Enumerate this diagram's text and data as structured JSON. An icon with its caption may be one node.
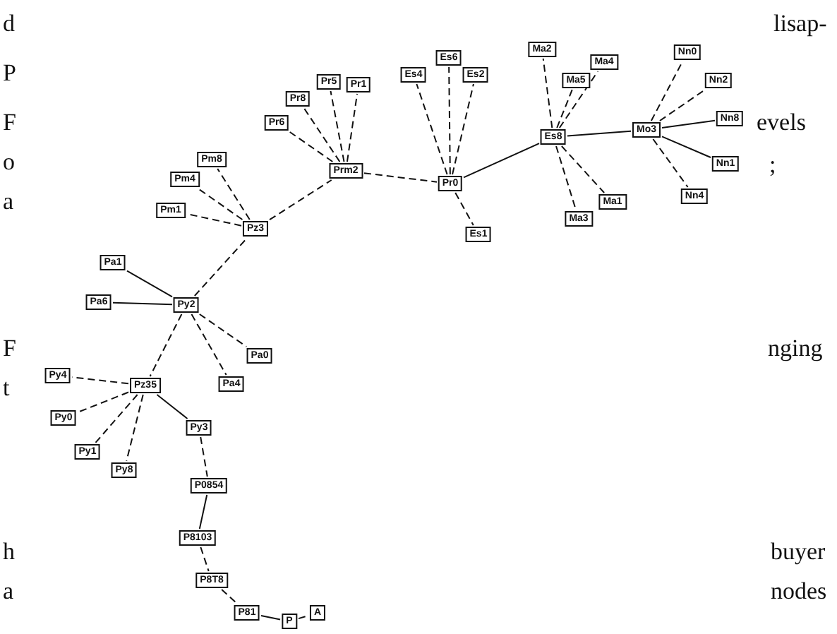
{
  "diagram": {
    "nodes": [
      {
        "text": [
          "Pr8"
        ]
      },
      {
        "text": [
          "Pr6"
        ]
      },
      {
        "text": [
          "Pr5"
        ]
      },
      {
        "text": [
          "Pr1"
        ]
      },
      {
        "text": [
          "Prm2"
        ]
      },
      {
        "text": [
          "Pm8"
        ]
      },
      {
        "text": [
          "Pm4"
        ]
      },
      {
        "text": [
          "Pm1"
        ]
      },
      {
        "text": [
          "Pz3"
        ]
      },
      {
        "text": [
          "Pr0"
        ]
      },
      {
        "text": [
          "Es4"
        ]
      },
      {
        "text": [
          "Es6"
        ]
      },
      {
        "text": [
          "Es2"
        ]
      },
      {
        "text": [
          "Es1"
        ]
      },
      {
        "text": [
          "Es8"
        ]
      },
      {
        "text": [
          "Ma2"
        ]
      },
      {
        "text": [
          "Ma4"
        ]
      },
      {
        "text": [
          "Ma5"
        ]
      },
      {
        "text": [
          "Ma1"
        ]
      },
      {
        "text": [
          "Ma3"
        ]
      },
      {
        "text": [
          "Mo3"
        ]
      },
      {
        "text": [
          "Nn0"
        ]
      },
      {
        "text": [
          "Nn2"
        ]
      },
      {
        "text": [
          "Nn8"
        ]
      },
      {
        "text": [
          "Nn1"
        ]
      },
      {
        "text": [
          "Nn4"
        ]
      },
      {
        "text": [
          "Pa1"
        ]
      },
      {
        "text": [
          "Pa6"
        ]
      },
      {
        "text": [
          "Py2"
        ]
      },
      {
        "text": [
          "Pa0"
        ]
      },
      {
        "text": [
          "Pa4"
        ]
      },
      {
        "text": [
          "Py4"
        ]
      },
      {
        "text": [
          "Pz35"
        ]
      },
      {
        "text": [
          "Py0"
        ]
      },
      {
        "text": [
          "Py3"
        ]
      },
      {
        "text": [
          "Py1"
        ]
      },
      {
        "text": [
          "Py8"
        ]
      },
      {
        "text": [
          "P0854"
        ]
      },
      {
        "text": [
          "P8103"
        ]
      },
      {
        "text": [
          "P8T8"
        ]
      },
      {
        "text": [
          "P81"
        ]
      },
      {
        "text": [
          "P"
        ]
      },
      {
        "text": [
          "A"
        ]
      }
    ],
    "edges": [
      {
        "from": 4,
        "to": 0,
        "arrow": "none",
        "style": "dashed"
      },
      {
        "from": 4,
        "to": 1,
        "arrow": "none",
        "style": "dashed"
      },
      {
        "from": 4,
        "to": 2,
        "arrow": "none",
        "style": "dashed"
      },
      {
        "from": 4,
        "to": 3,
        "arrow": "none",
        "style": "dashed"
      },
      {
        "from": 8,
        "to": 4,
        "arrow": "none",
        "style": "dashed"
      },
      {
        "from": 4,
        "to": 9,
        "arrow": "none",
        "style": "dashed"
      },
      {
        "from": 8,
        "to": 5,
        "arrow": "none",
        "style": "dashed"
      },
      {
        "from": 8,
        "to": 6,
        "arrow": "none",
        "style": "dashed"
      },
      {
        "from": 8,
        "to": 7,
        "arrow": "none",
        "style": "dashed"
      },
      {
        "from": 28,
        "to": 8,
        "arrow": "none",
        "style": "dashed"
      },
      {
        "from": 9,
        "to": 10,
        "arrow": "none",
        "style": "dashed"
      },
      {
        "from": 9,
        "to": 11,
        "arrow": "none",
        "style": "dashed"
      },
      {
        "from": 9,
        "to": 12,
        "arrow": "none",
        "style": "dashed"
      },
      {
        "from": 9,
        "to": 13,
        "arrow": "none",
        "style": "dashed"
      },
      {
        "from": 9,
        "to": 14,
        "arrow": "none"
      },
      {
        "from": 14,
        "to": 15,
        "arrow": "none",
        "style": "dashed"
      },
      {
        "from": 14,
        "to": 16,
        "arrow": "none",
        "style": "dashed"
      },
      {
        "from": 14,
        "to": 17,
        "arrow": "none",
        "style": "dashed"
      },
      {
        "from": 14,
        "to": 18,
        "arrow": "none",
        "style": "dashed"
      },
      {
        "from": 14,
        "to": 19,
        "arrow": "none",
        "style": "dashed"
      },
      {
        "from": 14,
        "to": 20,
        "arrow": "none"
      },
      {
        "from": 20,
        "to": 21,
        "arrow": "none",
        "style": "dashed"
      },
      {
        "from": 20,
        "to": 22,
        "arrow": "none",
        "style": "dashed"
      },
      {
        "from": 20,
        "to": 23,
        "arrow": "none"
      },
      {
        "from": 20,
        "to": 24,
        "arrow": "none"
      },
      {
        "from": 20,
        "to": 25,
        "arrow": "none",
        "style": "dashed"
      },
      {
        "from": 28,
        "to": 26,
        "arrow": "none"
      },
      {
        "from": 28,
        "to": 27,
        "arrow": "none"
      },
      {
        "from": 28,
        "to": 29,
        "arrow": "none",
        "style": "dashed"
      },
      {
        "from": 28,
        "to": 30,
        "arrow": "none",
        "style": "dashed"
      },
      {
        "from": 28,
        "to": 32,
        "arrow": "none",
        "style": "dashed"
      },
      {
        "from": 32,
        "to": 31,
        "arrow": "none",
        "style": "dashed"
      },
      {
        "from": 32,
        "to": 33,
        "arrow": "none",
        "style": "dashed"
      },
      {
        "from": 32,
        "to": 35,
        "arrow": "none",
        "style": "dashed"
      },
      {
        "from": 32,
        "to": 36,
        "arrow": "none",
        "style": "dashed"
      },
      {
        "from": 32,
        "to": 34,
        "arrow": "none"
      },
      {
        "from": 34,
        "to": 37,
        "arrow": "none",
        "style": "dashed"
      },
      {
        "from": 37,
        "to": 38,
        "arrow": "none"
      },
      {
        "from": 38,
        "to": 39,
        "arrow": "none",
        "style": "dashed"
      },
      {
        "from": 39,
        "to": 40,
        "arrow": "none",
        "style": "dashed"
      },
      {
        "from": 40,
        "to": 41,
        "arrow": "none"
      },
      {
        "from": 41,
        "to": 42,
        "arrow": "none",
        "style": "dashed"
      }
    ],
    "labels": [
      "d",
      "P",
      "F",
      "o",
      "a",
      "F",
      "t",
      "h",
      "a",
      "lisap-",
      "evels",
      ";",
      "nging",
      "buyer",
      "nodes"
    ]
  }
}
